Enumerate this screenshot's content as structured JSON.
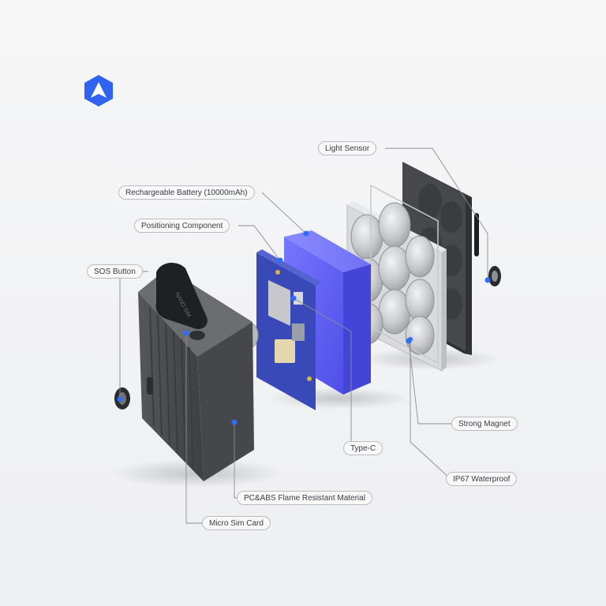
{
  "brand": {
    "logo_icon": "navigation-arrow-hexagon-icon",
    "accent_color": "#2f63f0"
  },
  "callouts": {
    "light_sensor": "Light Sensor",
    "battery": "Rechargeable Battery (10000mAh)",
    "positioning": "Positioning Component",
    "sos_button": "SOS Button",
    "strong_magnet": "Strong Magnet",
    "type_c": "Type-C",
    "waterproof": "IP67 Waterproof",
    "material": "PC&ABS Flame Resistant Material",
    "sim_card": "Micro Sim Card"
  },
  "device": {
    "sim_cover_text": "NANO SIM"
  },
  "colors": {
    "battery": "#5b5ef0",
    "housing": "#4a4c50",
    "pcb": "#3848b8",
    "magnet": "#c9cbcf",
    "back_plate": "#3c3e42",
    "marker": "#2f6df5"
  }
}
